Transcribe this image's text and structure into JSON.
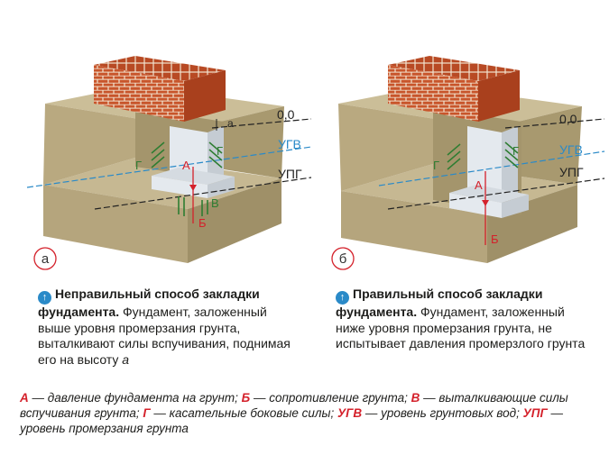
{
  "colors": {
    "soil_top": "#c6b892",
    "soil_front": "#b5a57d",
    "soil_side": "#9f9068",
    "concrete_front": "#e4e9ee",
    "concrete_side": "#c5ccd3",
    "brick": "#c8552b",
    "mortar": "#f2e3cf",
    "accent_red": "#d4212b",
    "accent_blue": "#2a8ac8",
    "force_green": "#2e7d32"
  },
  "diagram_a": {
    "badge": "а",
    "level_zero": "0,0",
    "level_ugv": "УГВ",
    "level_upg": "УПГ",
    "label_a": "А",
    "label_b": "Б",
    "label_v": "В",
    "label_g_left": "Г",
    "label_g_right": "Г",
    "label_height": "а"
  },
  "diagram_b": {
    "badge": "б",
    "level_zero": "0,0",
    "level_ugv": "УГВ",
    "level_upg": "УПГ",
    "label_a": "А",
    "label_b": "Б",
    "label_g_left": "Г",
    "label_g_right": "Г"
  },
  "caption_a": {
    "title": "Неправильный способ закладки фундамента.",
    "text": "Фундамент, заложенный выше уровня промерзания грунта, выталкивают силы вспучивания, поднимая его на высоту",
    "var": "а"
  },
  "caption_b": {
    "title": "Правильный способ закладки фундамента.",
    "text": "Фундамент, заложенный ниже уровня промерзания грунта, не испытывает давления промерзлого грунта"
  },
  "legend": {
    "k1": "А",
    "t1": " — давление фундамента на грунт; ",
    "k2": "Б",
    "t2": " — сопротивление грунта; ",
    "k3": "В",
    "t3": " — выталкивающие силы вспучивания грунта; ",
    "k4": "Г",
    "t4": " — касательные боковые силы; ",
    "k5": "УГВ",
    "t5": " — уровень грунтовых вод; ",
    "k6": "УПГ",
    "t6": " — уровень промерзания грунта"
  }
}
